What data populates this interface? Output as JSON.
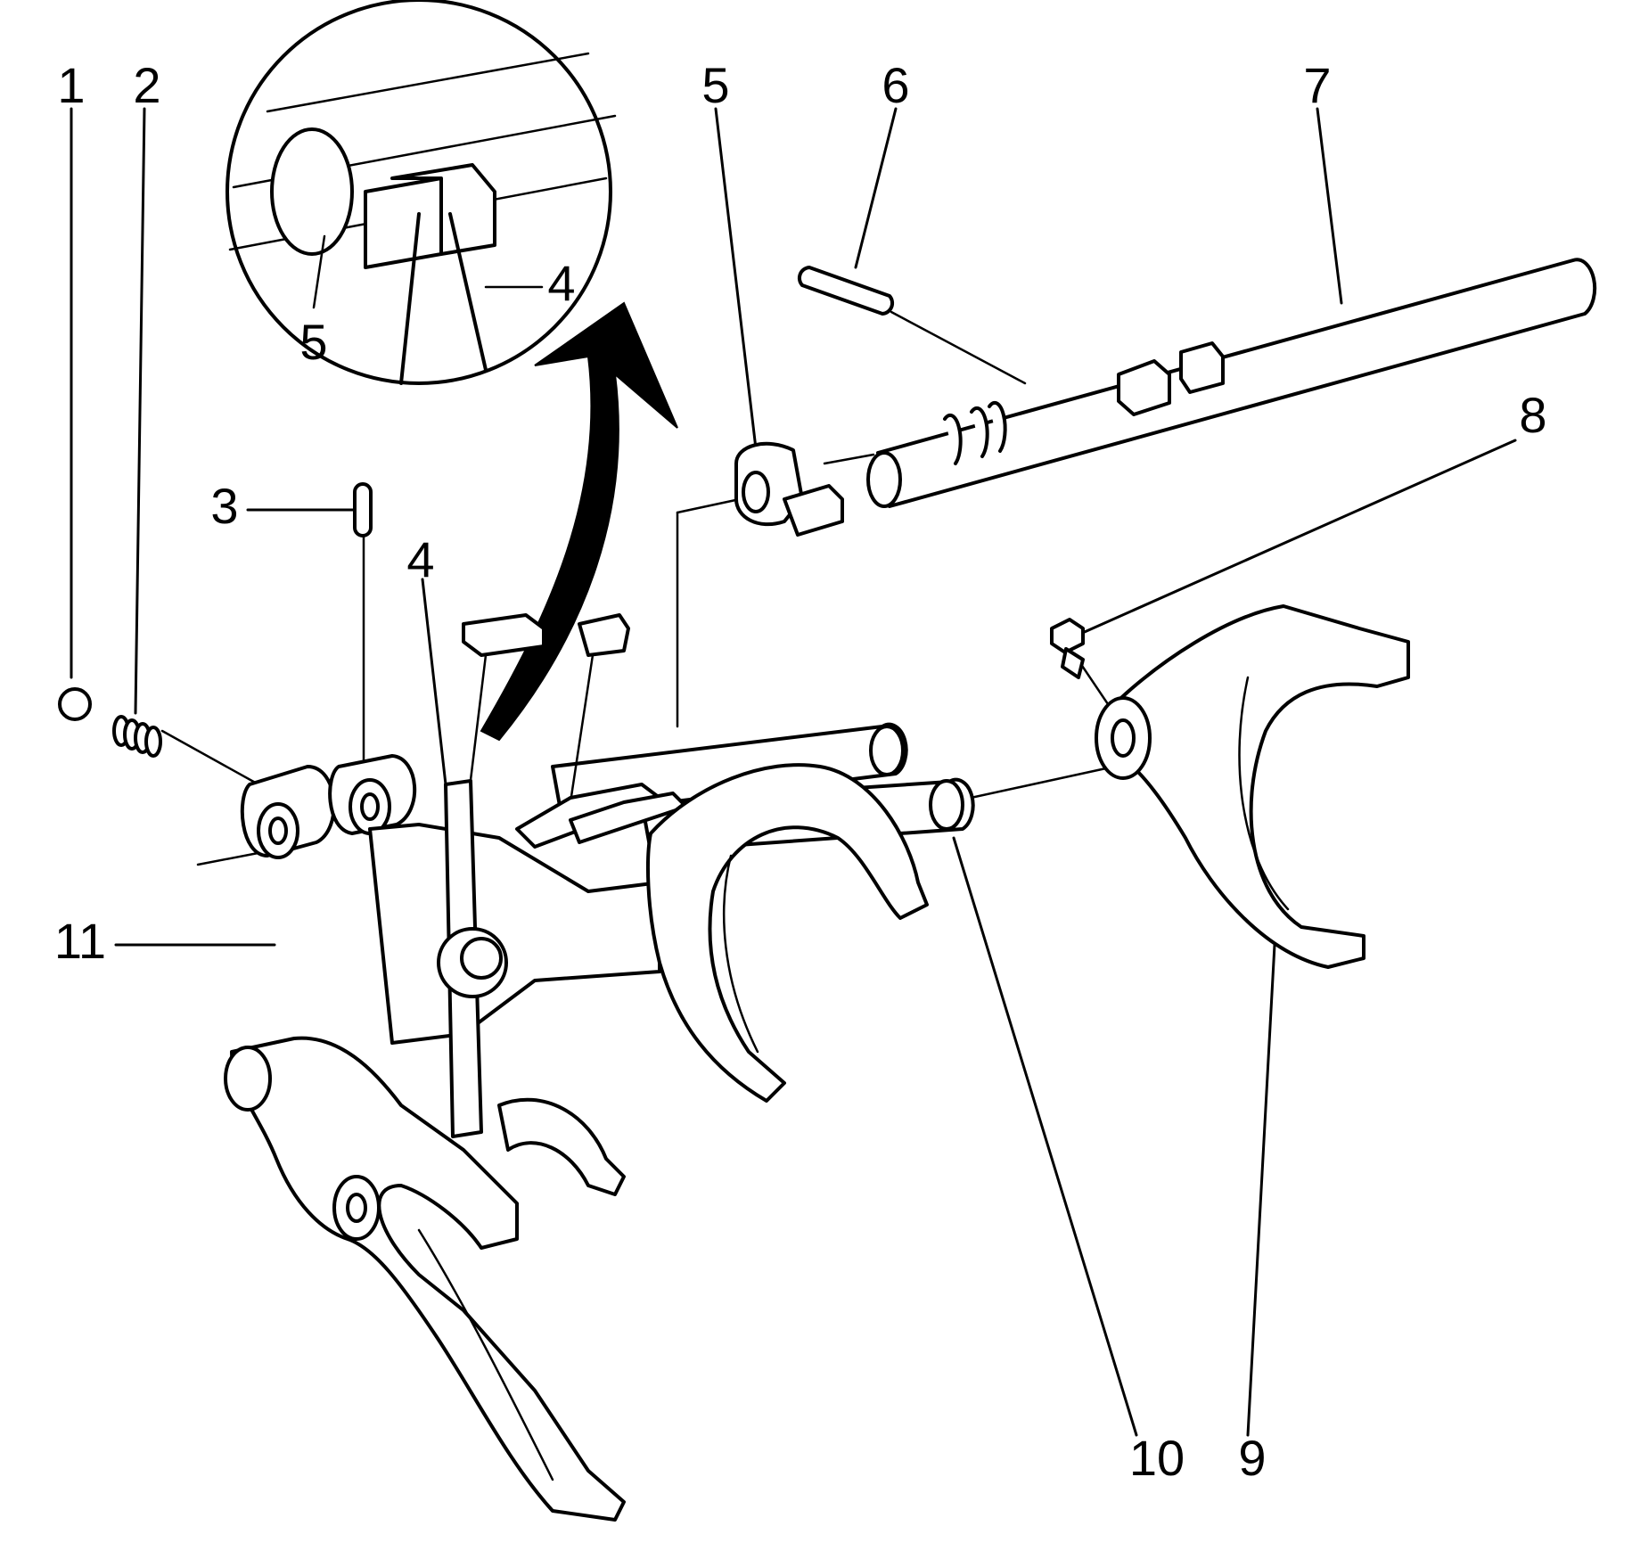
{
  "diagram": {
    "callouts": [
      {
        "id": "c1",
        "label": "1"
      },
      {
        "id": "c2",
        "label": "2"
      },
      {
        "id": "c3",
        "label": "3"
      },
      {
        "id": "c4",
        "label": "4"
      },
      {
        "id": "c5",
        "label": "5"
      },
      {
        "id": "c6",
        "label": "6"
      },
      {
        "id": "c7",
        "label": "7"
      },
      {
        "id": "c8",
        "label": "8"
      },
      {
        "id": "c9",
        "label": "9"
      },
      {
        "id": "c10",
        "label": "10"
      },
      {
        "id": "c11",
        "label": "11"
      }
    ],
    "inset": {
      "callouts": [
        {
          "id": "i4",
          "label": "4"
        },
        {
          "id": "i5",
          "label": "5"
        }
      ]
    }
  }
}
